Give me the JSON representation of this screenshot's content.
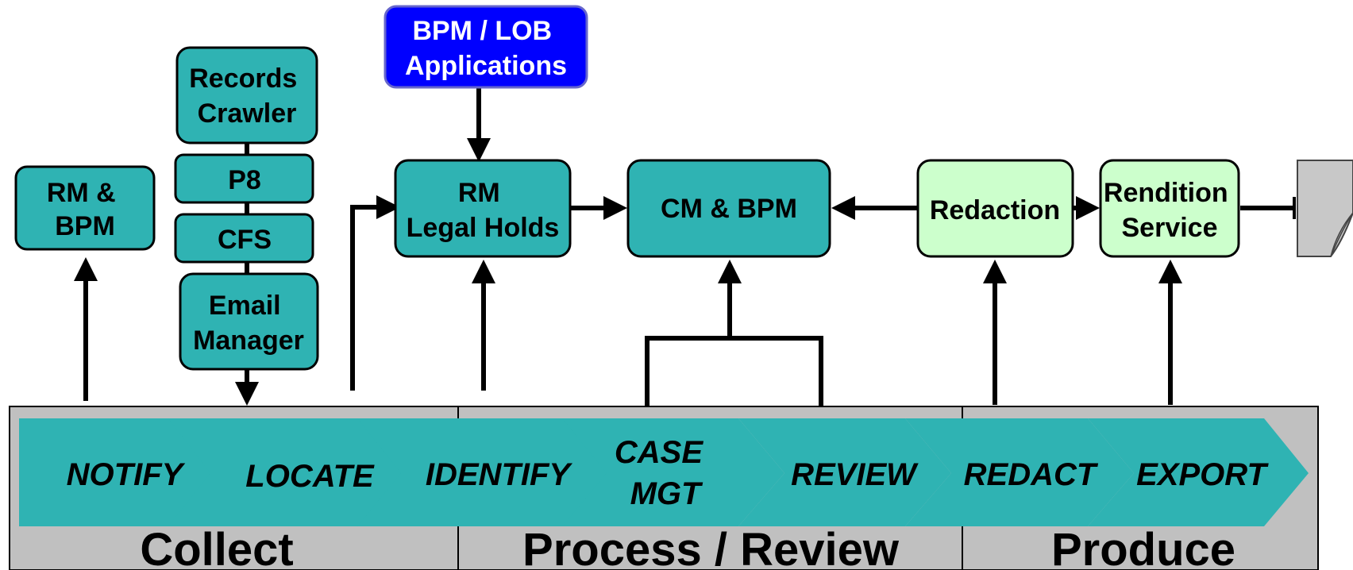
{
  "boxes": {
    "bpm_lob": [
      "BPM / LOB",
      "Applications"
    ],
    "records_crawler": [
      "Records",
      "Crawler"
    ],
    "p8": [
      "P8"
    ],
    "cfs": [
      "CFS"
    ],
    "email_manager": [
      "Email",
      "Manager"
    ],
    "rm_bpm": [
      "RM &",
      "BPM"
    ],
    "rm_legal_holds": [
      "RM",
      "Legal Holds"
    ],
    "cm_bpm": [
      "CM & BPM"
    ],
    "redaction": [
      "Redaction"
    ],
    "rendition_service": [
      "Rendition",
      "Service"
    ]
  },
  "stages": [
    [
      "NOTIFY"
    ],
    [
      "LOCATE"
    ],
    [
      "IDENTIFY"
    ],
    [
      "CASE",
      "MGT"
    ],
    [
      "REVIEW"
    ],
    [
      "REDACT"
    ],
    [
      "EXPORT"
    ]
  ],
  "phases": [
    "Collect",
    "Process / Review",
    "Produce"
  ],
  "colors": {
    "teal": "#2fb3b3",
    "light_green": "#ccffcc",
    "blue": "#0000ff",
    "panel_gray": "#c0c0c0"
  },
  "icons": {
    "document": "document-icon"
  }
}
